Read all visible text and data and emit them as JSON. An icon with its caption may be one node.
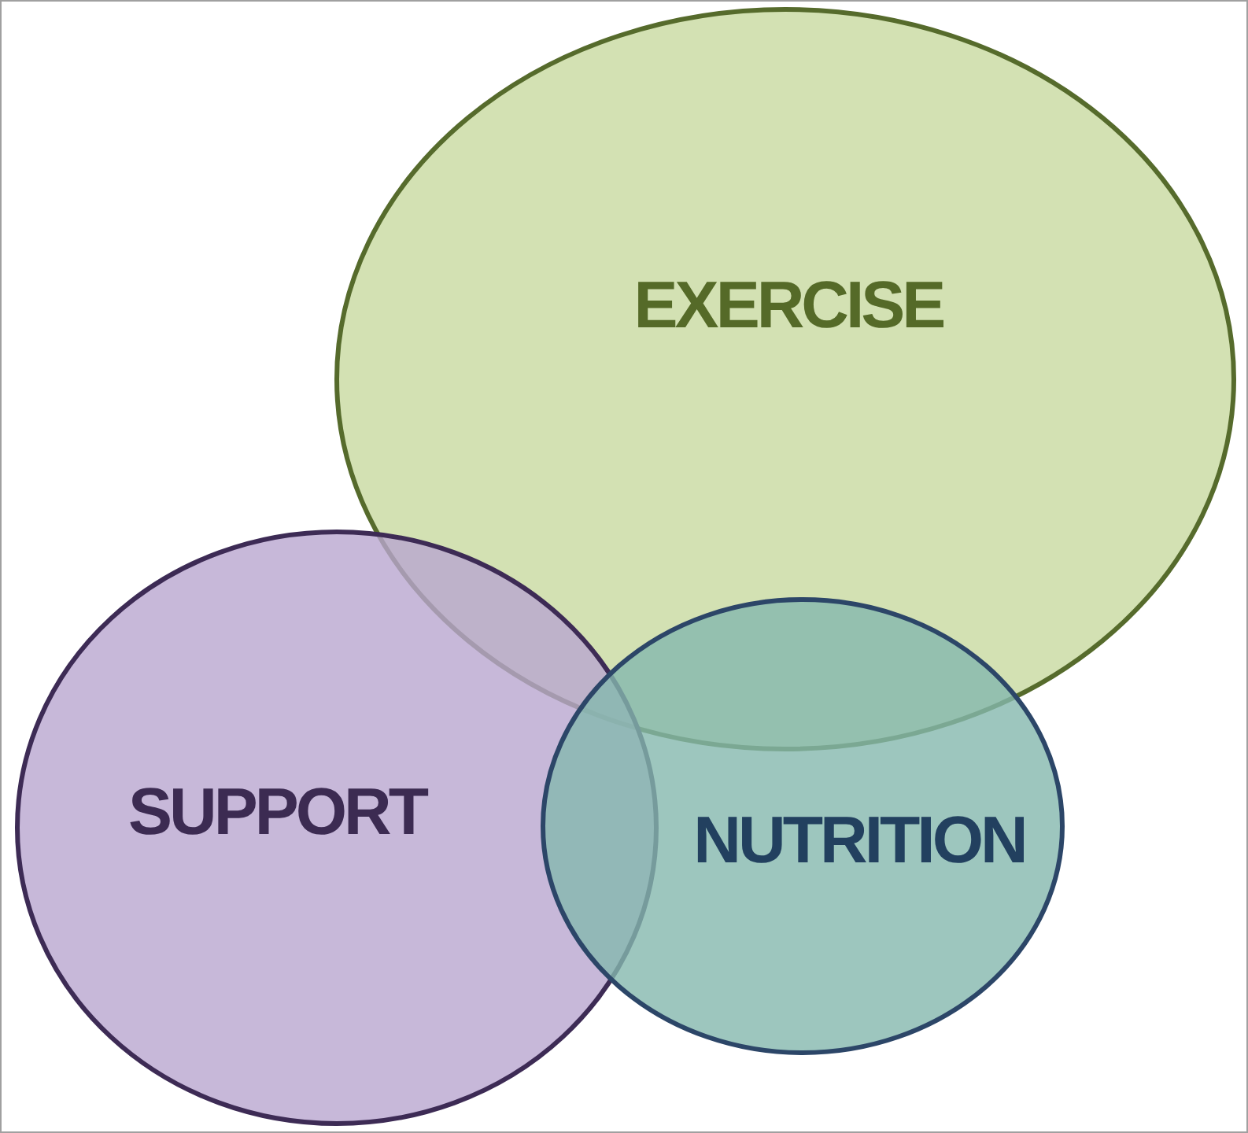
{
  "diagram": {
    "nodes": [
      {
        "text": [
          "EXERCISE"
        ]
      },
      {
        "text": [
          "SUPPORT"
        ]
      },
      {
        "text": [
          "NUTRITION"
        ]
      }
    ]
  }
}
